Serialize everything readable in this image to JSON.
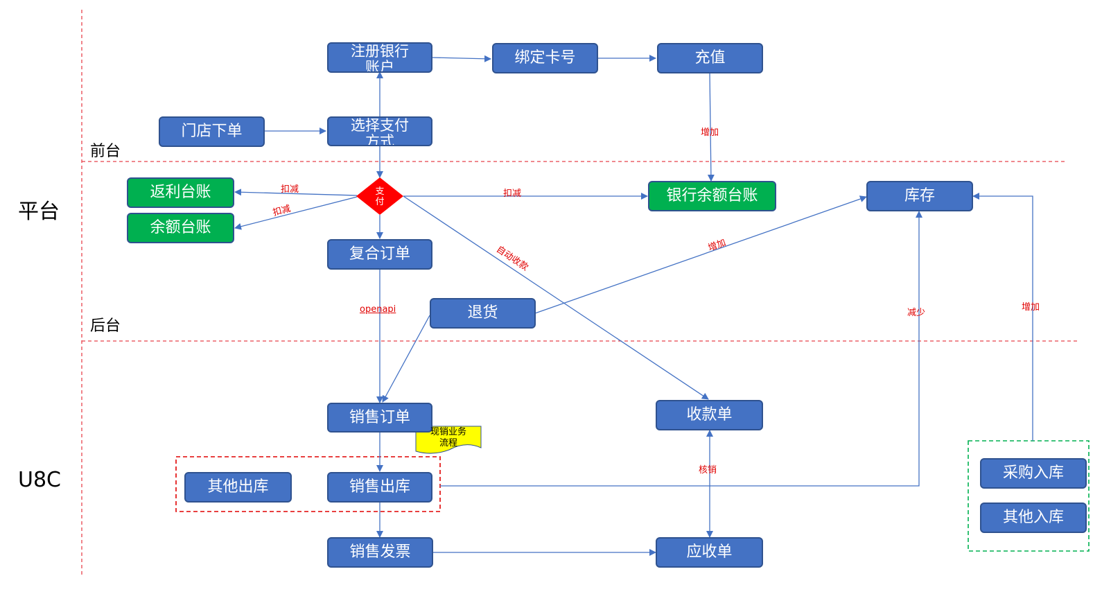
{
  "lanes": {
    "platform": "平台",
    "front": "前台",
    "back": "后台",
    "u8c": "U8C"
  },
  "nodes": {
    "register": "注册银行\n账户",
    "bind_card": "绑定卡号",
    "recharge": "充值",
    "store_order": "门店下单",
    "choose_pay": "选择支付\n方式",
    "pay": "支\n付",
    "rebate_ledger": "返利台账",
    "balance_ledger": "余额台账",
    "bank_balance_ledger": "银行余额台账",
    "inventory": "库存",
    "compound_order": "复合订单",
    "return_goods": "退货",
    "sales_order": "销售订单",
    "receipt": "收款单",
    "other_out": "其他出库",
    "sales_out": "销售出库",
    "sales_invoice": "销售发票",
    "receivable": "应收单",
    "purchase_in": "采购入库",
    "other_in": "其他入库"
  },
  "edge_labels": {
    "increase_recharge": "增加",
    "deduct_rebate": "扣减",
    "deduct_balance": "扣减",
    "deduct_bank": "扣减",
    "auto_receipt": "自动收款",
    "increase_return": "增加",
    "openapi": "openapi",
    "decrease": "减少",
    "increase_purchase": "增加",
    "writeoff": "核销"
  },
  "note": "现销业务\n流程",
  "colors": {
    "node_blue": "#4472C4",
    "node_border": "#2F528F",
    "node_green": "#00B050",
    "arrow": "#4472C4",
    "lane_divider": "#E8414B",
    "label_red": "#E00000",
    "group_red": "#E00000",
    "group_green": "#00B050",
    "note_yellow": "#FFFF00",
    "diamond_red": "#FF0000"
  }
}
